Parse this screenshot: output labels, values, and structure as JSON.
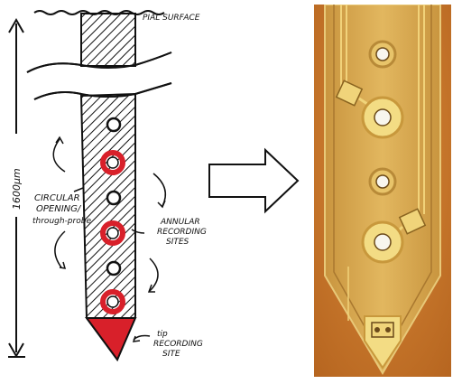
{
  "sketch": {
    "pial_surface_label": "PIAL SURFACE",
    "length_label": "1600μm",
    "circular_openings_line1": "CIRCULAR",
    "circular_openings_line2": "OPENING/",
    "circular_openings_line3": "through-probe",
    "annular_sites_line1": "ANNULAR",
    "annular_sites_line2": "RECORDING",
    "annular_sites_line3": "SITES",
    "tip_site_line1": "tip",
    "tip_site_line2": "RECORDING",
    "tip_site_line3": "SITE"
  },
  "colors": {
    "ink": "#111111",
    "recording_site_red": "#d8202a",
    "photo_background": "#c97a2e",
    "photo_probe": "#d8a64e",
    "photo_metal": "#f0d77a"
  }
}
